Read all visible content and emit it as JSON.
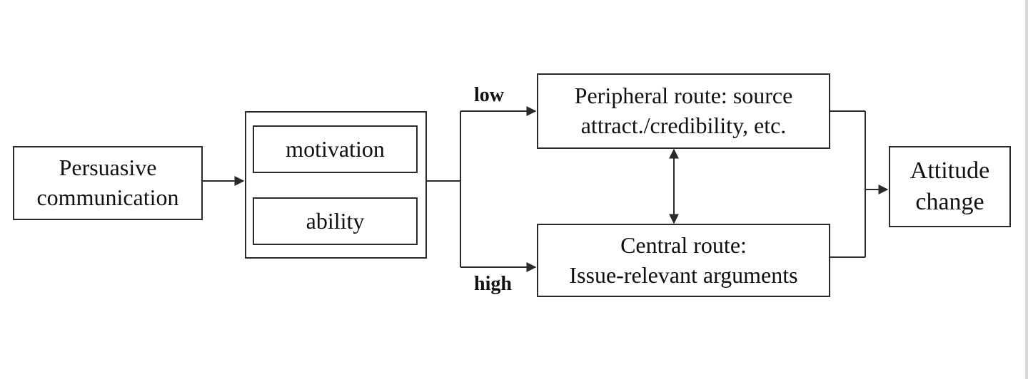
{
  "nodes": {
    "persuasive_communication": {
      "lines": [
        "Persuasive",
        "communication"
      ]
    },
    "motivation": {
      "label": "motivation"
    },
    "ability": {
      "label": "ability"
    },
    "peripheral_route": {
      "lines": [
        "Peripheral route: source",
        "attract./credibility, etc."
      ]
    },
    "central_route": {
      "lines": [
        "Central route:",
        "Issue-relevant arguments"
      ]
    },
    "attitude_change": {
      "lines": [
        "Attitude",
        "change"
      ]
    }
  },
  "edge_labels": {
    "low": "low",
    "high": "high"
  }
}
